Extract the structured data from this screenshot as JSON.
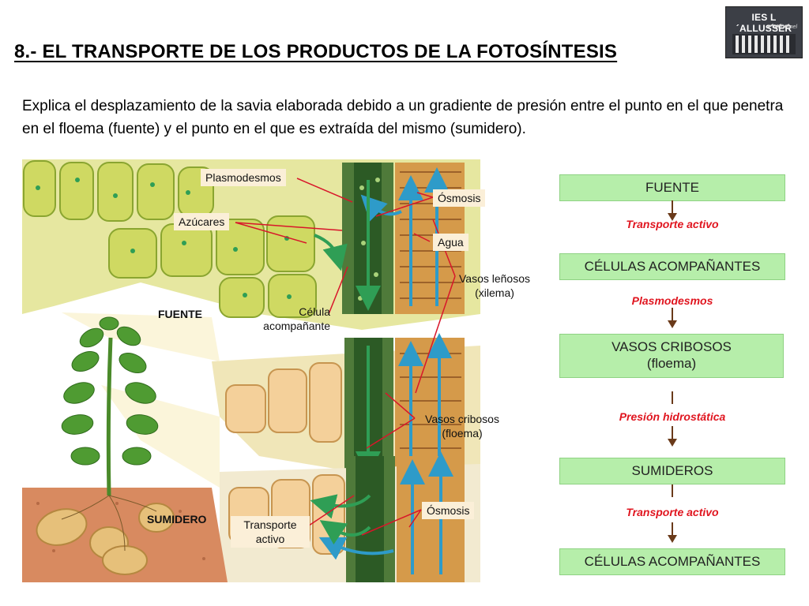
{
  "title": "8.- EL TRANSPORTE DE LOS PRODUCTOS DE LA FOTOSÍNTESIS",
  "logo": {
    "name": "IES L´ALLUSSER",
    "sub": "Muixamel"
  },
  "intro": "Explica el desplazamiento de la savia elaborada debido a un gradiente de presión entre el punto en el que penetra en el floema (fuente) y el punto en el que es extraída del mismo (sumidero).",
  "illustration": {
    "labels": {
      "plasmodesmos": "Plasmodesmos",
      "azucares": "Azúcares",
      "osmosis_top": "Ósmosis",
      "agua": "Agua",
      "vasos_lenosos": "Vasos leñosos",
      "xilema": "(xilema)",
      "celula": "Célula",
      "acompanante": "acompañante",
      "fuente": "FUENTE",
      "vasos_cribosos": "Vasos cribosos",
      "floema": "(floema)",
      "osmosis_bottom": "Ósmosis",
      "sumidero": "SUMIDERO",
      "transporte": "Transporte",
      "activo": "activo"
    }
  },
  "flow": {
    "box1": "FUENTE",
    "step1": "Transporte activo",
    "box2": "CÉLULAS ACOMPAÑANTES",
    "step2": "Plasmodesmos",
    "box3_line1": "VASOS CRIBOSOS",
    "box3_line2": "(floema)",
    "step3": "Presión hidrostática",
    "box4": "SUMIDEROS",
    "step4": "Transporte activo",
    "box5": "CÉLULAS ACOMPAÑANTES"
  },
  "colors": {
    "flow_box": "#b6eeaa",
    "flow_label": "#e0151f",
    "arrow": "#6a3a1a"
  }
}
